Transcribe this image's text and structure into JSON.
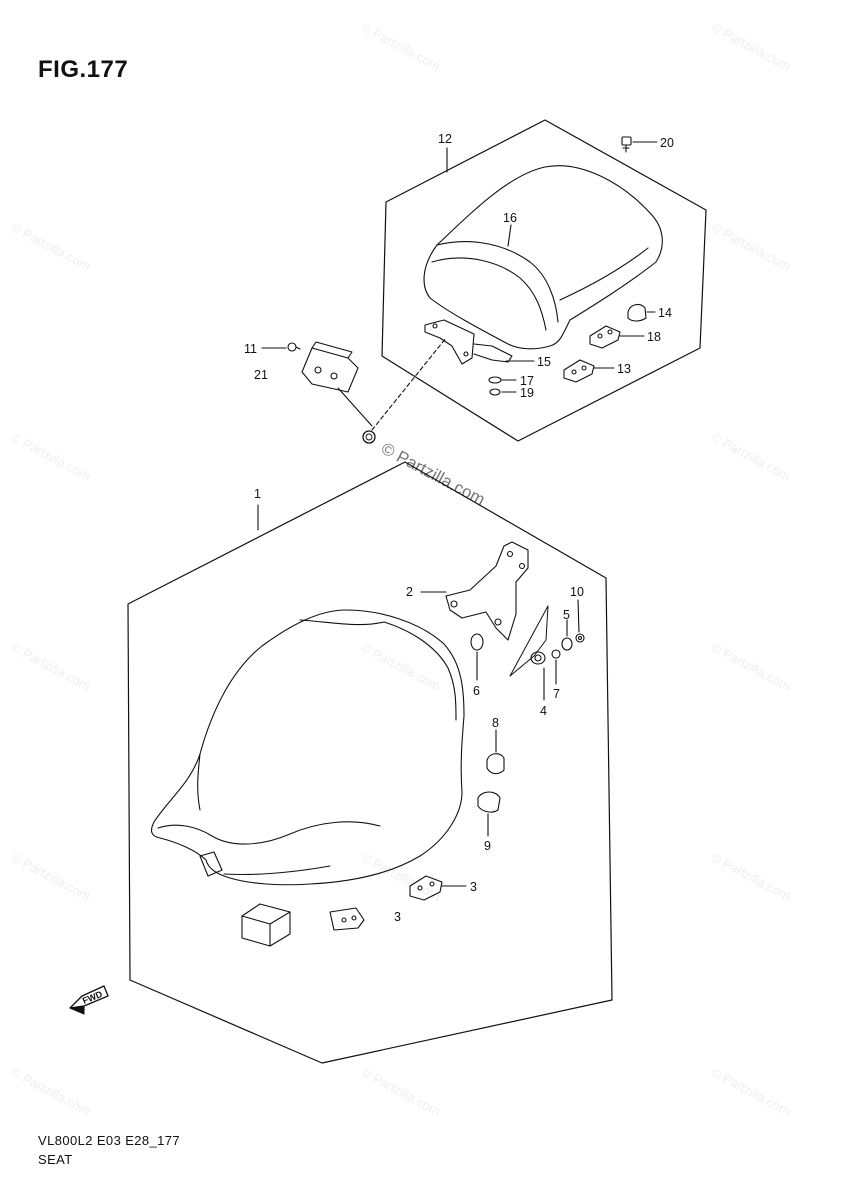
{
  "figure": {
    "title": "FIG.177",
    "model_code": "VL800L2 E03 E28_177",
    "part_group": "SEAT"
  },
  "watermark": {
    "text": "© Partzilla.com"
  },
  "callouts": [
    {
      "id": "c1",
      "label": "1"
    },
    {
      "id": "c2",
      "label": "2"
    },
    {
      "id": "c3a",
      "label": "3"
    },
    {
      "id": "c3b",
      "label": "3"
    },
    {
      "id": "c4",
      "label": "4"
    },
    {
      "id": "c5",
      "label": "5"
    },
    {
      "id": "c6",
      "label": "6"
    },
    {
      "id": "c7",
      "label": "7"
    },
    {
      "id": "c8",
      "label": "8"
    },
    {
      "id": "c9",
      "label": "9"
    },
    {
      "id": "c10",
      "label": "10"
    },
    {
      "id": "c11",
      "label": "11"
    },
    {
      "id": "c12",
      "label": "12"
    },
    {
      "id": "c13",
      "label": "13"
    },
    {
      "id": "c14",
      "label": "14"
    },
    {
      "id": "c15",
      "label": "15"
    },
    {
      "id": "c16",
      "label": "16"
    },
    {
      "id": "c17",
      "label": "17"
    },
    {
      "id": "c18",
      "label": "18"
    },
    {
      "id": "c19",
      "label": "19"
    },
    {
      "id": "c20",
      "label": "20"
    },
    {
      "id": "c21",
      "label": "21"
    }
  ],
  "direction_arrow": {
    "label": "FWD"
  }
}
